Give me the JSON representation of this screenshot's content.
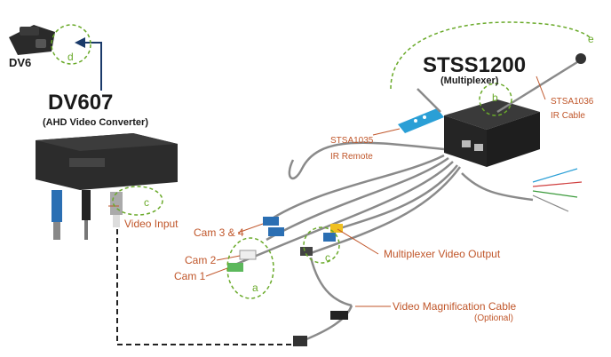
{
  "devices": {
    "dv6": {
      "label": "DV6"
    },
    "converter": {
      "title": "DV607",
      "subtitle": "(AHD Video Converter)"
    },
    "multiplexer": {
      "title": "STSS1200",
      "subtitle": "(Multiplexer)"
    }
  },
  "callouts": {
    "video_input": "Video Input",
    "cam34": "Cam 3 & 4",
    "cam2": "Cam 2",
    "cam1": "Cam 1",
    "mux_output": "Multiplexer Video Output",
    "magnification": "Video Magnification Cable",
    "optional": "(Optional)",
    "remote_code": "STSA1035",
    "remote_name": "IR Remote",
    "ircable_code": "STSA1036",
    "ircable_name": "IR Cable"
  },
  "markers": {
    "a": "a",
    "b": "b",
    "c1": "c",
    "c2": "c",
    "d": "d",
    "e": "e"
  },
  "colors": {
    "accent": "#c0562a",
    "marker": "#6aaa2a",
    "device": "#2c2c2c",
    "cable": "#8a8a8a"
  }
}
